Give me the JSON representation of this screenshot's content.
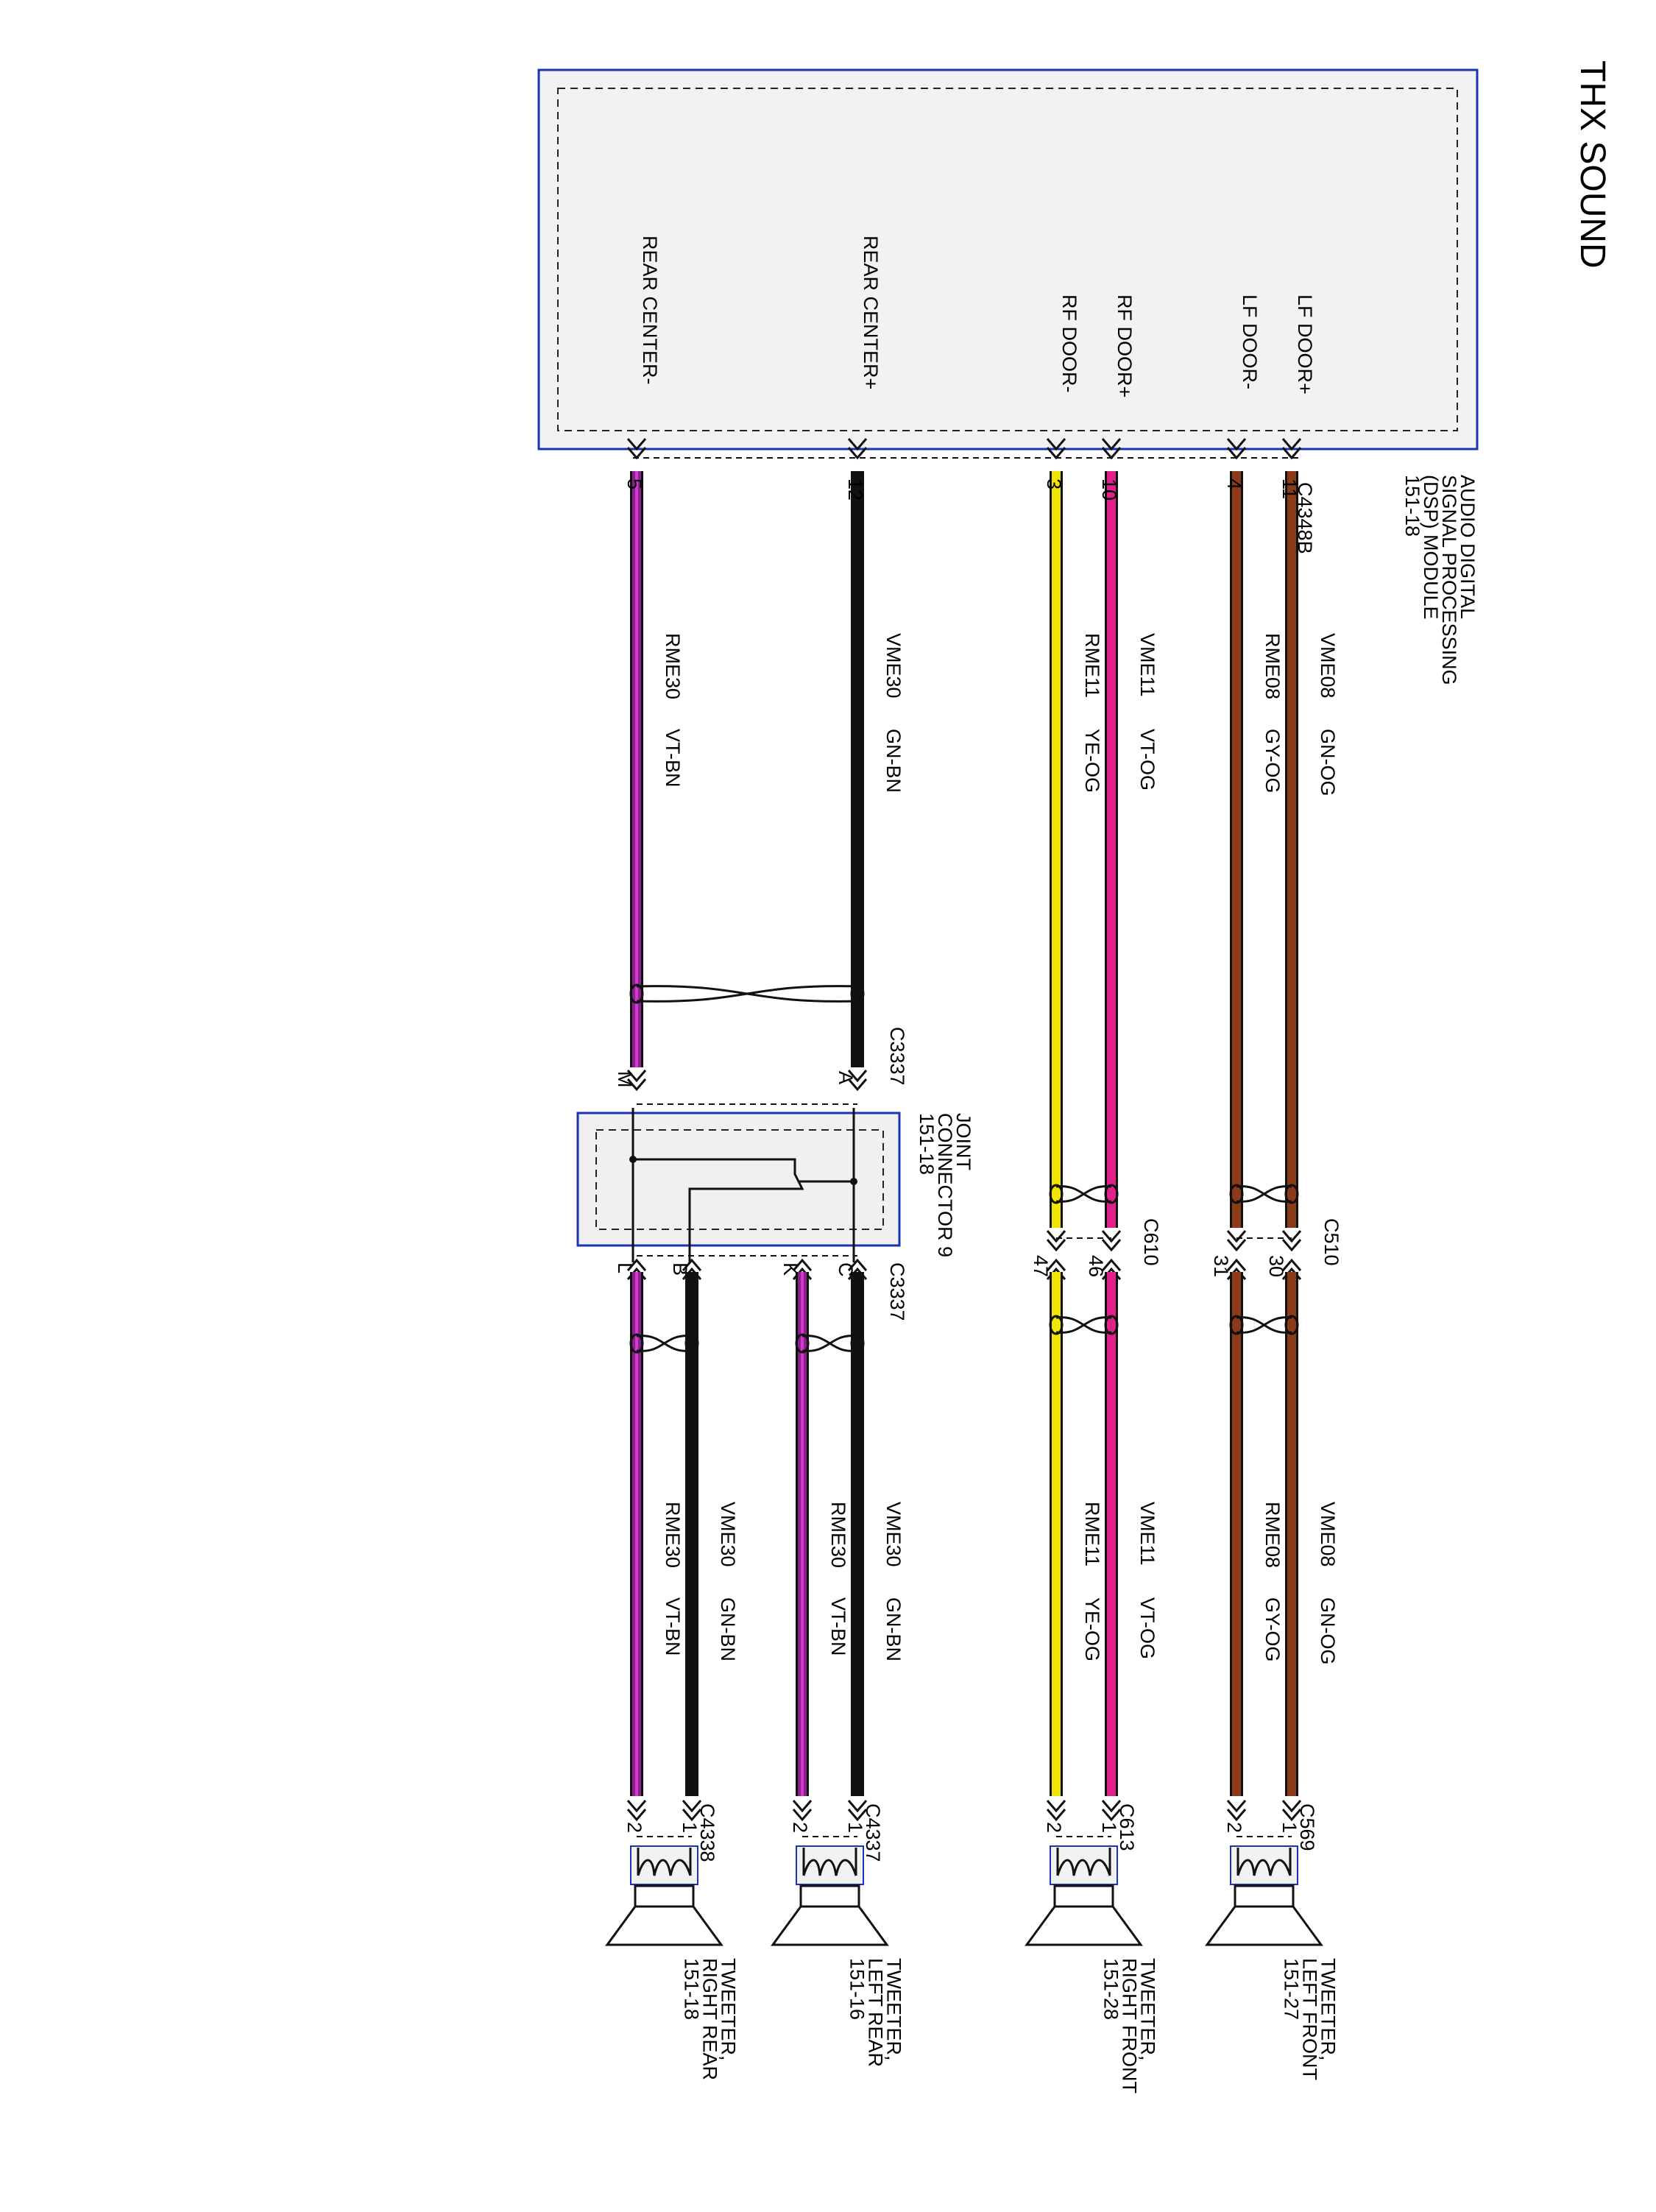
{
  "title": "THX SOUND",
  "module": {
    "name_lines": [
      "AUDIO DIGITAL",
      "SIGNAL PROCESSING",
      "(DSP) MODULE",
      "151-18"
    ],
    "connector": "C4348B",
    "pins": [
      {
        "id": "lf_pos",
        "label": "LF DOOR+",
        "pin": "11"
      },
      {
        "id": "lf_neg",
        "label": "LF DOOR-",
        "pin": "4"
      },
      {
        "id": "rf_pos",
        "label": "RF DOOR+",
        "pin": "10"
      },
      {
        "id": "rf_neg",
        "label": "RF DOOR-",
        "pin": "3"
      },
      {
        "id": "rc_pos",
        "label": "REAR CENTER+",
        "pin": "12"
      },
      {
        "id": "rc_neg",
        "label": "REAR CENTER-",
        "pin": "5"
      }
    ]
  },
  "circuits": {
    "lf_pos": {
      "circuit": "VME08",
      "color_code": "GN-OG"
    },
    "lf_neg": {
      "circuit": "RME08",
      "color_code": "GY-OG"
    },
    "rf_pos": {
      "circuit": "VME11",
      "color_code": "VT-OG"
    },
    "rf_neg": {
      "circuit": "RME11",
      "color_code": "YE-OG"
    },
    "rc_pos": {
      "circuit": "VME30",
      "color_code": "GN-BN"
    },
    "rc_neg": {
      "circuit": "RME30",
      "color_code": "VT-BN"
    }
  },
  "wire_colors": {
    "lf": "#8B3A1A",
    "rf_pos": "#E0218A",
    "rf_neg": "#F2E600",
    "rc_pos": "#111111",
    "rc_neg": "#8B1F8B",
    "rc_neg_core": "#D03ACD"
  },
  "inline_connectors": {
    "c510": {
      "name": "C510",
      "pins": [
        "30",
        "31"
      ]
    },
    "c610": {
      "name": "C610",
      "pins": [
        "46",
        "47"
      ]
    },
    "c3337_top": {
      "name": "C3337",
      "pins": [
        "A",
        "M"
      ]
    },
    "c3337_bottom": {
      "name": "C3337",
      "pins": [
        "C",
        "K",
        "B",
        "L"
      ]
    }
  },
  "joint_connector": {
    "name_lines": [
      "JOINT",
      "CONNECTOR 9",
      "151-18"
    ]
  },
  "speakers": [
    {
      "connector": "C569",
      "pins": [
        "1",
        "2"
      ],
      "name_lines": [
        "TWEETER,",
        "LEFT FRONT",
        "151-27"
      ]
    },
    {
      "connector": "C613",
      "pins": [
        "1",
        "2"
      ],
      "name_lines": [
        "TWEETER,",
        "RIGHT FRONT",
        "151-28"
      ]
    },
    {
      "connector": "C4337",
      "pins": [
        "1",
        "2"
      ],
      "name_lines": [
        "TWEETER,",
        "LEFT REAR",
        "151-16"
      ]
    },
    {
      "connector": "C4338",
      "pins": [
        "1",
        "2"
      ],
      "name_lines": [
        "TWEETER,",
        "RIGHT REAR",
        "151-18"
      ]
    }
  ]
}
